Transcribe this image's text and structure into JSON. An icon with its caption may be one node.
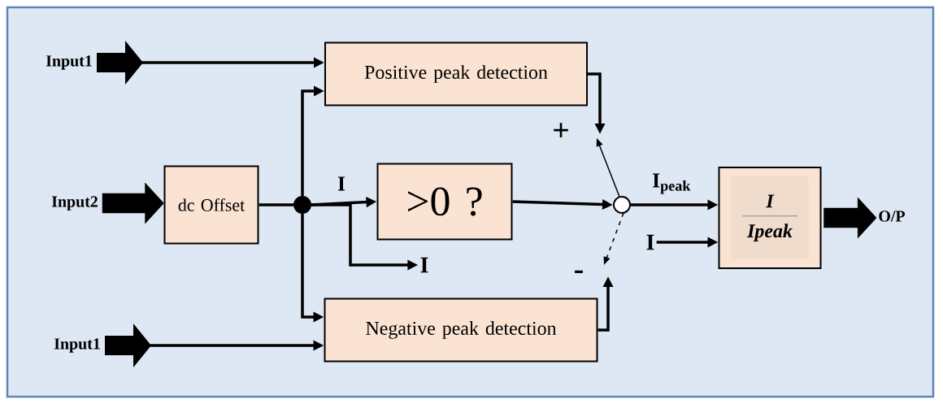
{
  "diagram": {
    "nodes": [
      {
        "text": [
          "Input1"
        ]
      },
      {
        "text": [
          "Input2"
        ]
      },
      {
        "text": [
          "Input1"
        ]
      },
      {
        "text": [
          "dc Offset"
        ]
      },
      {
        "text": [
          "Positive peak detection"
        ]
      },
      {
        "text": [
          ">0 ?"
        ]
      },
      {
        "text": [
          "Negative peak detection"
        ]
      },
      {
        "text": [],
        "shape": "circle"
      },
      {
        "text": [],
        "shape": "circle"
      },
      {
        "text": [
          "I",
          "Ipeak"
        ]
      },
      {
        "text": [
          "O/P"
        ]
      },
      {
        "text": [
          "I"
        ]
      },
      {
        "text": [
          "I"
        ]
      }
    ],
    "edges": [
      {
        "from": 0,
        "to": 4,
        "arrow": "to"
      },
      {
        "from": 1,
        "to": 3,
        "arrow": "to",
        "style": "thick"
      },
      {
        "from": 2,
        "to": 6,
        "arrow": "to"
      },
      {
        "from": 3,
        "to": 7,
        "arrow": "none"
      },
      {
        "from": 7,
        "to": 4,
        "arrow": "to"
      },
      {
        "from": 7,
        "to": 5,
        "arrow": "to",
        "label": "I"
      },
      {
        "from": 7,
        "to": 11,
        "arrow": "to"
      },
      {
        "from": 7,
        "to": 6,
        "arrow": "to"
      },
      {
        "from": 5,
        "to": 8,
        "arrow": "to"
      },
      {
        "from": 4,
        "to": 8,
        "arrow": "to"
      },
      {
        "from": 6,
        "to": 8,
        "arrow": "to"
      },
      {
        "from": 8,
        "to": 9,
        "arrow": "to",
        "label": "I$_{peak}$"
      },
      {
        "from": 12,
        "to": 9,
        "arrow": "to"
      },
      {
        "from": 9,
        "to": 10,
        "arrow": "to",
        "style": "thick"
      }
    ],
    "labels": [
      "+",
      "-"
    ]
  }
}
